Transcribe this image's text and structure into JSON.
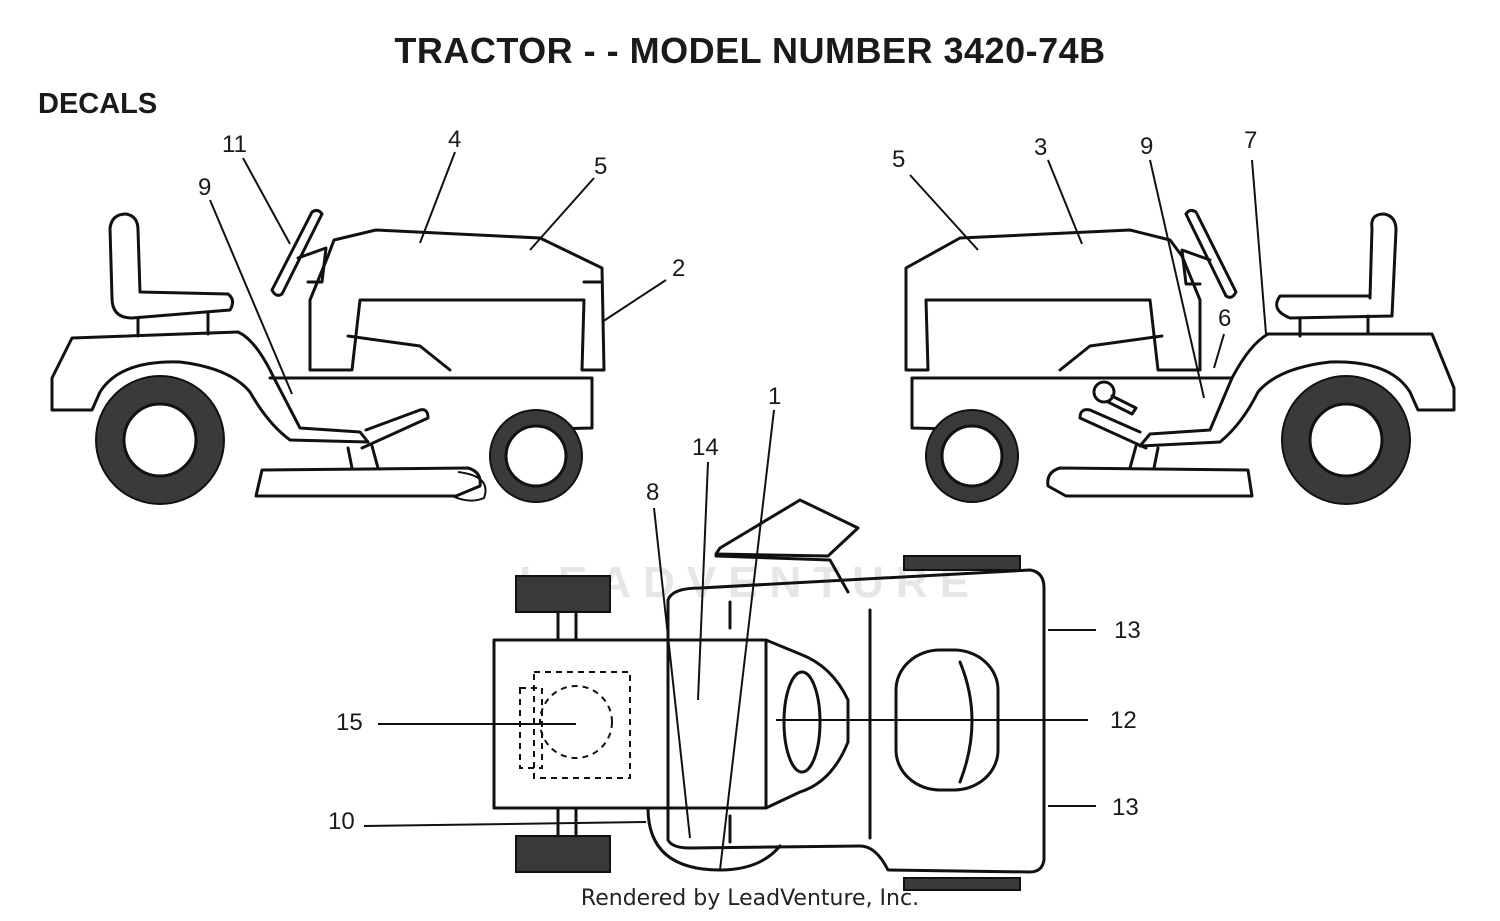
{
  "title": "TRACTOR - - MODEL NUMBER 3420-74B",
  "section": "DECALS",
  "footer": "Rendered by LeadVenture, Inc.",
  "watermark": "LEADVENTURE",
  "labels": {
    "l11": "11",
    "l4": "4",
    "l5a": "5",
    "l9a": "9",
    "l2": "2",
    "l5b": "5",
    "l3": "3",
    "l9b": "9",
    "l7": "7",
    "l6": "6",
    "l1": "1",
    "l14": "14",
    "l8": "8",
    "l15": "15",
    "l10": "10",
    "l12": "12",
    "l13a": "13",
    "l13b": "13"
  }
}
